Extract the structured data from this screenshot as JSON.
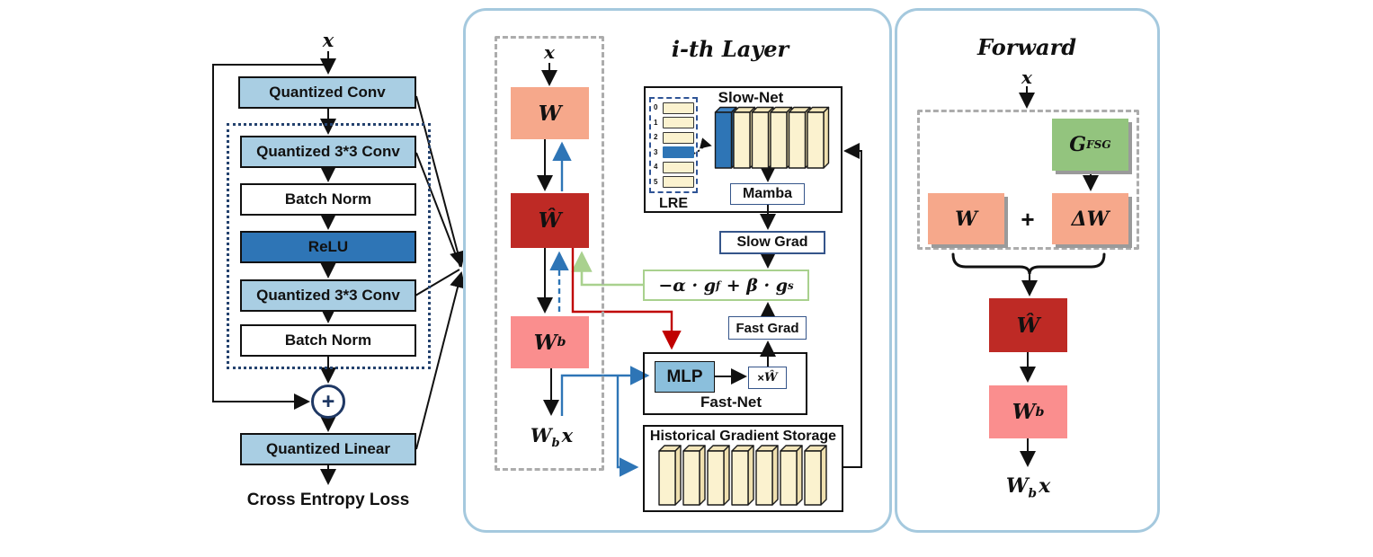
{
  "left_panel": {
    "input_label": "x",
    "blocks": {
      "quantized_conv": "Quantized Conv",
      "quantized_33_conv_1": "Quantized 3*3 Conv",
      "batch_norm_1": "Batch Norm",
      "relu": "ReLU",
      "quantized_33_conv_2": "Quantized 3*3 Conv",
      "batch_norm_2": "Batch Norm",
      "residual_plus": "+",
      "quantized_linear": "Quantized Linear",
      "loss": "Cross Entropy Loss"
    }
  },
  "middle_panel": {
    "title": "i-th Layer",
    "input_label": "x",
    "w_label": "W",
    "w_hat_label": "Ŵ",
    "w_b_label": {
      "base": "W",
      "sub": "b"
    },
    "output_label": {
      "base": "W",
      "sub": "b",
      "tail": "x"
    },
    "slow_net": {
      "label": "Slow-Net",
      "lre_label": "LRE",
      "lre_rows": [
        "0",
        "1",
        "2",
        "3",
        "4",
        "5"
      ],
      "lre_highlight_row": 3,
      "memory_bars": 6,
      "first_bar_blue": true,
      "mamba_label": "Mamba"
    },
    "slow_grad_label": "Slow Grad",
    "grad_formula": {
      "p1": "−α · g",
      "sub1": "f",
      "p2": " + β · g",
      "sub2": "s"
    },
    "fast_grad_label": "Fast Grad",
    "fast_net": {
      "label": "Fast-Net",
      "mlp_label": "MLP",
      "xw_prefix": "×",
      "xw_base": "Ŵ"
    },
    "historical_gradient_storage": {
      "label": "Historical Gradient Storage",
      "memory_bars": 7
    }
  },
  "right_panel": {
    "title": "Forward",
    "input_label": "x",
    "g_fsg_label": {
      "base": "G",
      "sub": "FSG"
    },
    "w_label": "W",
    "plus_label": "+",
    "delta_w_label": "ΔW",
    "w_hat_label": "Ŵ",
    "w_b_label": {
      "base": "W",
      "sub": "b"
    },
    "output_label": {
      "base": "W",
      "sub": "b",
      "tail": "x"
    }
  },
  "colors": {
    "panel_border": "#A5C9DE",
    "light_blue_block": "#A9CEE3",
    "relu_blue": "#2E75B6",
    "mlp_blue": "#8BBFDC",
    "salmon_w": "#F6A88B",
    "dark_red_w_hat": "#BE2A25",
    "pink_w_b": "#FA8E8E",
    "green_g_fsg": "#93C47E",
    "cream_bar": "#FBF2CF",
    "bar_blue": "#2E75B6",
    "arrow_black": "#111111",
    "arrow_blue": "#2E75B6",
    "arrow_red": "#C00000",
    "arrow_green": "#A9D18E",
    "navy_border": "#35558A",
    "dotted_frame": "#24426E"
  }
}
